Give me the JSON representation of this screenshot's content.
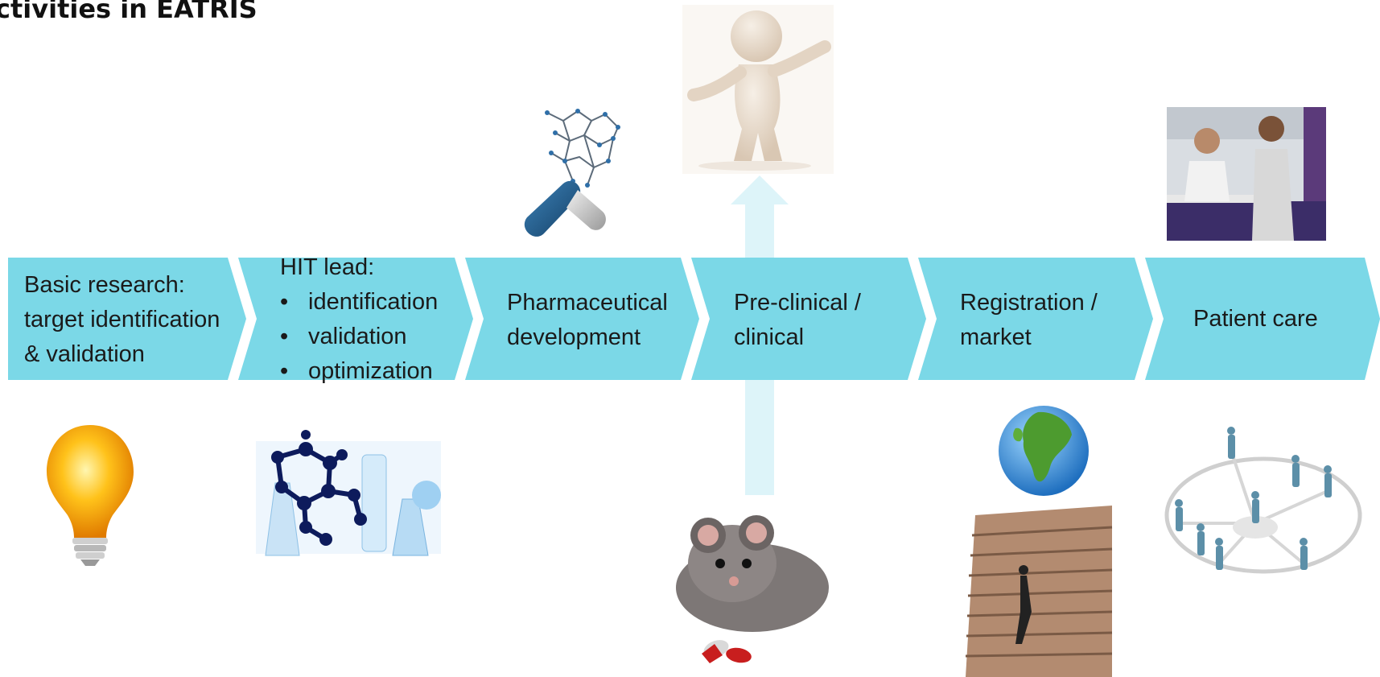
{
  "title": "ctivities in EATRIS",
  "stages": [
    {
      "lines": [
        "Basic research:",
        "target identification",
        "& validation"
      ]
    },
    {
      "heading": "HIT lead:",
      "bullets": [
        "identification",
        "validation",
        "optimization"
      ]
    },
    {
      "lines": [
        "Pharmaceutical",
        "development"
      ]
    },
    {
      "lines": [
        "Pre-clinical /",
        "clinical"
      ]
    },
    {
      "lines": [
        "Registration /",
        "market"
      ]
    },
    {
      "lines": [
        "Patient care"
      ]
    }
  ],
  "colors": {
    "chevron": "#7BD8E7",
    "vertical_arrow": "#DDF4F9"
  },
  "images": [
    "lightbulb-picture",
    "molecule-lab-glassware-picture",
    "molecule-capsule-picture",
    "3d-figure-person-picture",
    "lab-mouse-with-pill-picture",
    "globe-picture",
    "paper-stack-climber-picture",
    "pharmacy-counter-photo",
    "care-network-people-picture"
  ]
}
